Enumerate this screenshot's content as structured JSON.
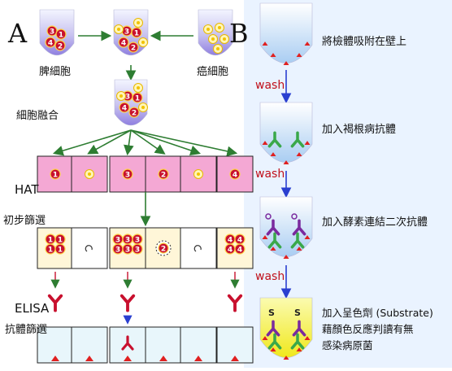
{
  "panel_a": {
    "label": "A",
    "cell_tube_labels": [
      "脾細胞",
      "癌細胞"
    ],
    "fusion_label": "細胞融合",
    "hat_label": "HAT",
    "first_screen_label": "初步篩選",
    "elisa_label": "ELISA",
    "antibody_screen_label": "抗體篩選",
    "hat_wells": [
      "1",
      "",
      "3",
      "2",
      "",
      "4"
    ],
    "screen_wells": [
      [
        "1",
        "1",
        "1",
        "1"
      ],
      [],
      [
        "3",
        "3",
        "3",
        "3",
        "3",
        "3"
      ],
      [
        "2"
      ],
      [],
      [
        "4",
        "4",
        "4",
        "4"
      ]
    ]
  },
  "panel_b": {
    "label": "B",
    "wash_label": "wash",
    "steps": [
      [
        "將檢體吸附在壁上"
      ],
      [
        "加入褐根病抗體"
      ],
      [
        "加入酵素連結二次抗體"
      ],
      [
        "加入呈色劑 (Substrate)",
        "藉顏色反應判讀有無",
        "感染病原菌"
      ]
    ],
    "substrate_mark": "S"
  },
  "colors": {
    "tube_top": "#eef2ff",
    "tube_bottom": "#9b8ddf",
    "well_pink": "#f4a8d4",
    "well_cream": "#fff6d8",
    "well_light": "#e8f6fb",
    "cell_red": "#c8102e",
    "arrow_green": "#2e7d32",
    "arrow_blue": "#2a3fd0",
    "antibody_green": "#3aa84a",
    "antibody_purple": "#7a2a9e",
    "antigen_red": "#e02020",
    "substrate_yellow": "#f7f23a",
    "panel_b_bg": "#eaf3ff"
  }
}
